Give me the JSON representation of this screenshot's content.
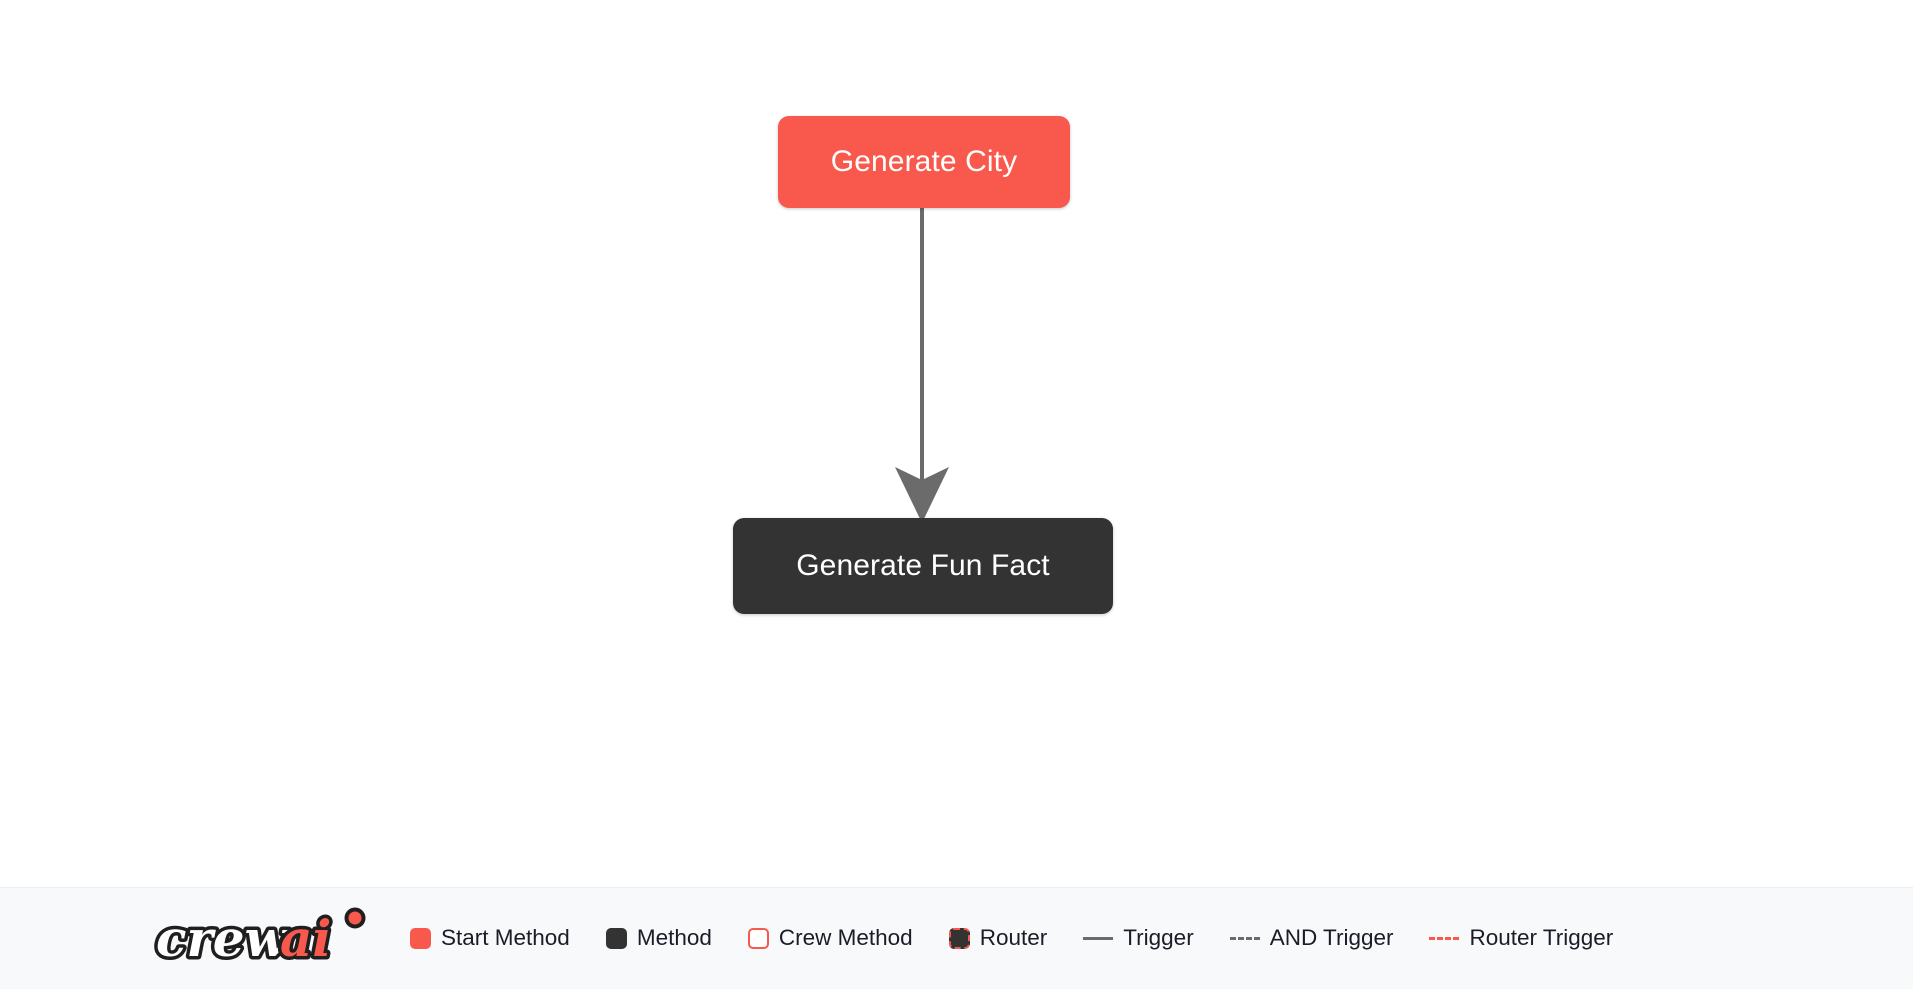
{
  "flow": {
    "nodes": [
      {
        "id": "generate-city",
        "label": "Generate City",
        "type": "start-method",
        "color": "#f9584d"
      },
      {
        "id": "generate-fun-fact",
        "label": "Generate Fun Fact",
        "type": "method",
        "color": "#333333"
      }
    ],
    "edges": [
      {
        "from": "generate-city",
        "to": "generate-fun-fact",
        "type": "trigger",
        "color": "#6b6b6b"
      }
    ]
  },
  "legend": {
    "logo_text_primary": "crew",
    "logo_text_accent": "ai",
    "items": [
      {
        "label": "Start Method",
        "marker": "filled-square",
        "color": "#f9584d"
      },
      {
        "label": "Method",
        "marker": "filled-square",
        "color": "#333333"
      },
      {
        "label": "Crew Method",
        "marker": "outlined-square",
        "color": "#f9584d"
      },
      {
        "label": "Router",
        "marker": "dashed-outline-square",
        "color": "#f9584d"
      },
      {
        "label": "Trigger",
        "marker": "solid-line",
        "color": "#6b6b6b"
      },
      {
        "label": "AND Trigger",
        "marker": "dashed-line",
        "color": "#6b6b6b"
      },
      {
        "label": "Router Trigger",
        "marker": "dashed-line",
        "color": "#f9584d"
      }
    ]
  },
  "colors": {
    "accent": "#f9584d",
    "node_dark": "#333333",
    "edge": "#6b6b6b",
    "canvas_bg": "#ffffff",
    "footer_bg": "#f8f9fa",
    "text": "#1c1c28"
  }
}
